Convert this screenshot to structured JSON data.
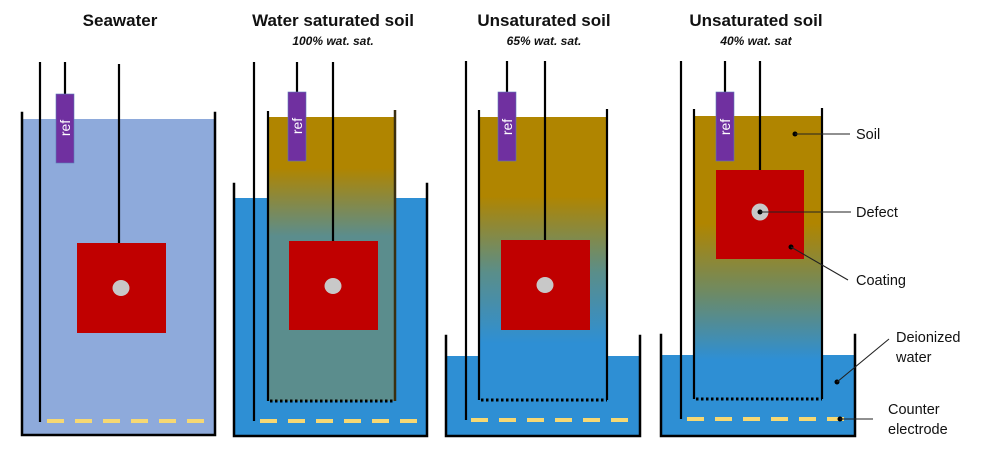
{
  "colors": {
    "seawater": "#8eaadb",
    "water": "#2e8fd4",
    "soil": "#b08500",
    "saturated_soil": "#5b8d8d",
    "coating": "#c00000",
    "defect": "#c8c8c8",
    "ref": "#7030a0",
    "counter_electrode": "#f6d873"
  },
  "panels": [
    {
      "id": "seawater",
      "title": "Seawater",
      "subtitle": "",
      "ref_label": "ref"
    },
    {
      "id": "water-saturated",
      "title": "Water saturated soil",
      "subtitle": "100% wat. sat.",
      "ref_label": "ref"
    },
    {
      "id": "unsaturated-65",
      "title": "Unsaturated soil",
      "subtitle": "65% wat. sat.",
      "ref_label": "ref"
    },
    {
      "id": "unsaturated-40",
      "title": "Unsaturated soil",
      "subtitle": "40% wat. sat",
      "ref_label": "ref"
    }
  ],
  "callouts": {
    "soil": "Soil",
    "defect": "Defect",
    "coating": "Coating",
    "deionized_water_line1": "Deionized",
    "deionized_water_line2": "water",
    "counter_electrode_line1": "Counter",
    "counter_electrode_line2": "electrode"
  }
}
